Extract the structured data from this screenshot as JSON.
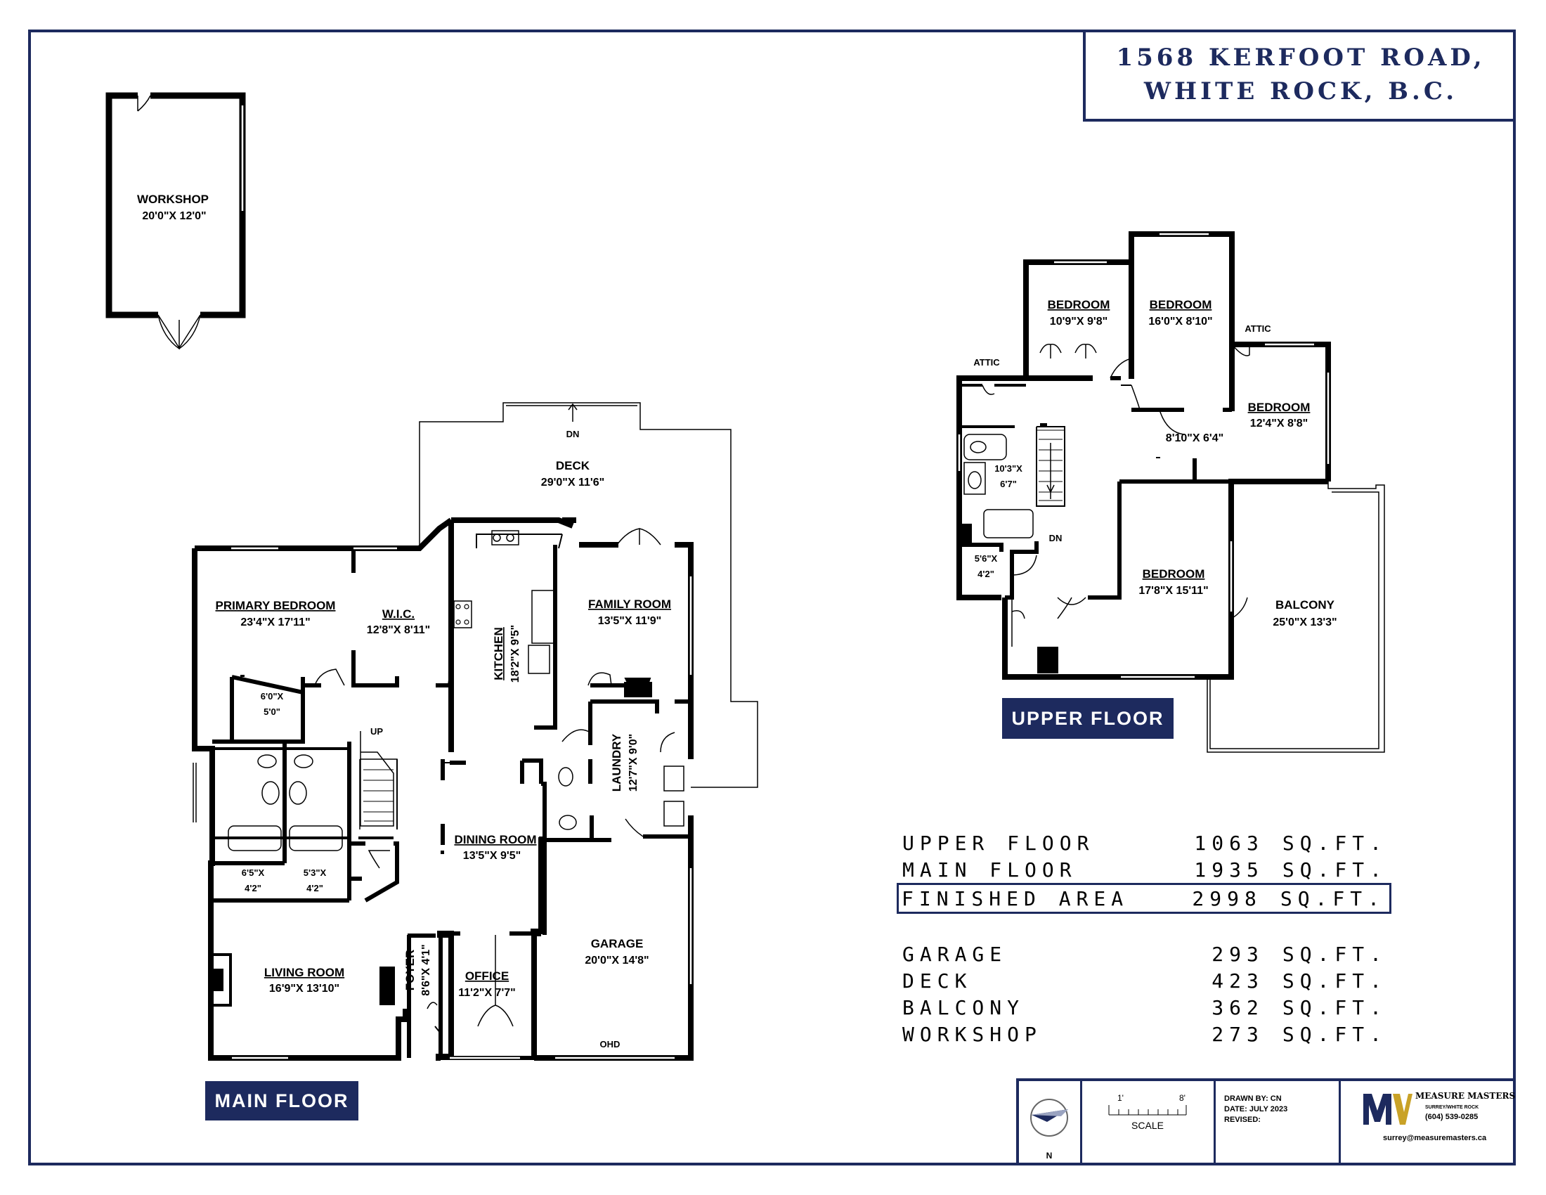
{
  "title": {
    "line1": "1568 KERFOOT ROAD,",
    "line2": "WHITE ROCK, B.C."
  },
  "colors": {
    "accent": "#1d2a5e",
    "wall": "#000000"
  },
  "workshop": {
    "name": "WORKSHOP",
    "dim": "20'0\"X 12'0\""
  },
  "main_floor": {
    "badge": "MAIN FLOOR",
    "deck": {
      "name": "DECK",
      "dim": "29'0\"X 11'6\"",
      "stair": "DN"
    },
    "primary_bedroom": {
      "name": "PRIMARY BEDROOM",
      "dim": "23'4\"X 17'11\""
    },
    "wic": {
      "name": "W.I.C.",
      "dim": "12'8\"X 8'11\""
    },
    "kitchen": {
      "name": "KITCHEN",
      "dim": "18'2\"X 9'5\""
    },
    "family_room": {
      "name": "FAMILY ROOM",
      "dim": "13'5\"X 11'9\""
    },
    "closet": {
      "dim1": "6'0\"X",
      "dim2": "5'0\""
    },
    "stair": "UP",
    "laundry": {
      "name": "LAUNDRY",
      "dim": "12'7\"X 9'0\""
    },
    "dining_room": {
      "name": "DINING ROOM",
      "dim": "13'5\"X 9'5\""
    },
    "bath1": {
      "dim1": "6'5\"X",
      "dim2": "4'2\""
    },
    "bath2": {
      "dim1": "5'3\"X",
      "dim2": "4'2\""
    },
    "living_room": {
      "name": "LIVING ROOM",
      "dim": "16'9\"X 13'10\""
    },
    "foyer": {
      "name": "FOYER",
      "dim": "8'6\"X 4'1\""
    },
    "office": {
      "name": "OFFICE",
      "dim": "11'2\"X 7'7\""
    },
    "garage": {
      "name": "GARAGE",
      "dim": "20'0\"X 14'8\"",
      "door": "OHD"
    }
  },
  "upper_floor": {
    "badge": "UPPER FLOOR",
    "bedroom1": {
      "name": "BEDROOM",
      "dim": "10'9\"X 9'8\""
    },
    "bedroom2": {
      "name": "BEDROOM",
      "dim": "16'0\"X 8'10\""
    },
    "attic_left": "ATTIC",
    "attic_right": "ATTIC",
    "bedroom3": {
      "name": "BEDROOM",
      "dim": "12'4\"X 8'8\""
    },
    "hall": {
      "dim": "8'10\"X 6'4\""
    },
    "bath": {
      "dim1": "10'3\"X",
      "dim2": "6'7\""
    },
    "stair": "DN",
    "closet": {
      "dim1": "5'6\"X",
      "dim2": "4'2\""
    },
    "bedroom4": {
      "name": "BEDROOM",
      "dim": "17'8\"X 15'11\""
    },
    "balcony": {
      "name": "BALCONY",
      "dim": "25'0\"X 13'3\""
    }
  },
  "areas": [
    {
      "label": "UPPER FLOOR",
      "value": "1063",
      "unit": "SQ.FT."
    },
    {
      "label": "MAIN FLOOR",
      "value": "1935",
      "unit": "SQ.FT."
    },
    {
      "label": "FINISHED AREA",
      "value": "2998",
      "unit": "SQ.FT."
    },
    {
      "label": "GARAGE",
      "value": "293",
      "unit": "SQ.FT."
    },
    {
      "label": "DECK",
      "value": "423",
      "unit": "SQ.FT."
    },
    {
      "label": "BALCONY",
      "value": "362",
      "unit": "SQ.FT."
    },
    {
      "label": "WORKSHOP",
      "value": "273",
      "unit": "SQ.FT."
    }
  ],
  "footer": {
    "north": "N",
    "scale_start": "1'",
    "scale_end": "8'",
    "scale_label": "SCALE",
    "drawn_by": "DRAWN BY: CN",
    "date": "DATE: JULY 2023",
    "revised": "REVISED:",
    "company": "MEASURE MASTERS",
    "region": "SURREY/WHITE ROCK",
    "phone": "(604) 539-0285",
    "email": "surrey@measuremasters.ca"
  }
}
